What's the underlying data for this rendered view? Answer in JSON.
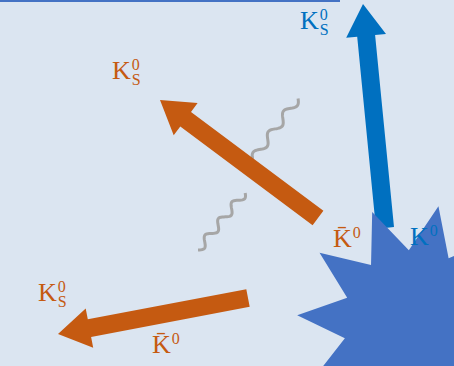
{
  "diagram": {
    "labels": [
      "K0S",
      "K0S",
      "K0",
      "K̄0",
      "K0S",
      "K̄0"
    ]
  }
}
